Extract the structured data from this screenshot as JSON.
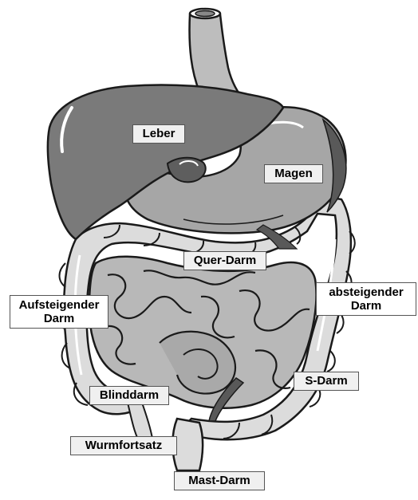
{
  "colors": {
    "background": "#ffffff",
    "outline": "#1a1a1a",
    "liver": "#7a7a7a",
    "liver_dark": "#5e5e5e",
    "stomach": "#a6a6a6",
    "stomach_dark": "#595959",
    "colon": "#dcdcdc",
    "small_intestine": "#b8b8b8",
    "label_fill": "#f0f0f0",
    "label_fill_white": "#ffffff"
  },
  "labels": {
    "leber": "Leber",
    "magen": "Magen",
    "quer_darm": "Quer-Darm",
    "aufsteigender_darm": [
      "Aufsteigender",
      "Darm"
    ],
    "absteigender_darm": [
      "absteigender",
      "Darm"
    ],
    "blinddarm": "Blinddarm",
    "s_darm": "S-Darm",
    "wurmfortsatz": "Wurmfortsatz",
    "mast_darm": "Mast-Darm"
  }
}
